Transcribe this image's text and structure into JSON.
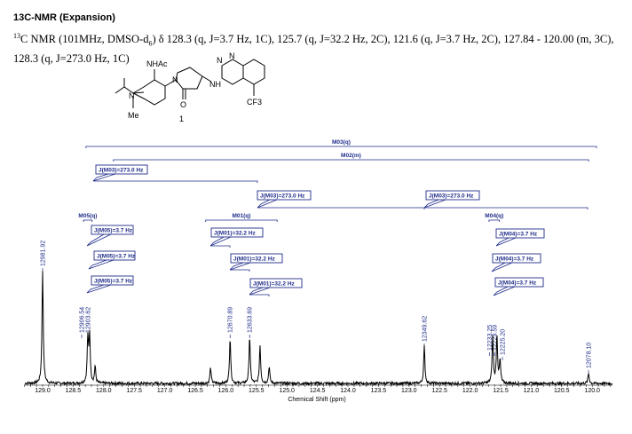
{
  "header": {
    "title": "13C-NMR (Expansion)",
    "nmr_prefix_sup": "13",
    "nmr_prefix": "C NMR (101MHz, DMSO-d",
    "nmr_solvent_sub": "6",
    "nmr_body": ") δ  128.3 (q, J=3.7 Hz, 1C), 125.7 (q, J=32.2 Hz, 2C), 121.6 (q, J=3.7 Hz, 2C), 127.84 - 120.00 (m, 3C), 128.3 (q, J=273.0 Hz, 1C)"
  },
  "structure": {
    "labels": [
      "NHAc",
      "N",
      "Me",
      "N",
      "O",
      "NH",
      "N",
      "N",
      "CF3"
    ],
    "compound_number": "1"
  },
  "colors": {
    "annotation": "#1f2d8a",
    "spectrum": "#000000"
  },
  "chart_data": {
    "type": "line",
    "title": "",
    "xlabel": "Chemical Shift (ppm)",
    "xlim": [
      129.3,
      119.7
    ],
    "x_reversed": true,
    "xticks": [
      "129.0",
      "128.5",
      "128.0",
      "127.5",
      "127.0",
      "126.5",
      "126.0",
      "125.5",
      "125.0",
      "124.5",
      "124.0",
      "123.5",
      "123.0",
      "122.5",
      "122.0",
      "121.5",
      "121.0",
      "120.5",
      "120.0"
    ],
    "peaks": [
      {
        "ppm": 129.0,
        "intensity": 1.0
      },
      {
        "ppm": 128.26,
        "intensity": 0.4
      },
      {
        "ppm": 128.23,
        "intensity": 0.42
      },
      {
        "ppm": 128.14,
        "intensity": 0.15
      },
      {
        "ppm": 126.25,
        "intensity": 0.14
      },
      {
        "ppm": 125.93,
        "intensity": 0.41
      },
      {
        "ppm": 125.61,
        "intensity": 0.42
      },
      {
        "ppm": 125.44,
        "intensity": 0.34
      },
      {
        "ppm": 125.29,
        "intensity": 0.15
      },
      {
        "ppm": 122.75,
        "intensity": 0.33
      },
      {
        "ppm": 121.63,
        "intensity": 0.42
      },
      {
        "ppm": 121.56,
        "intensity": 0.42
      },
      {
        "ppm": 121.51,
        "intensity": 0.2
      },
      {
        "ppm": 120.06,
        "intensity": 0.09
      }
    ],
    "peak_labels": [
      {
        "ppm": 129.0,
        "text": "12981.92"
      },
      {
        "ppm": 128.36,
        "text": "12906.54"
      },
      {
        "ppm": 128.26,
        "text": "12903.62"
      },
      {
        "ppm": 125.93,
        "text": "12670.89"
      },
      {
        "ppm": 125.61,
        "text": "12633.69"
      },
      {
        "ppm": 122.75,
        "text": "12349.62"
      },
      {
        "ppm": 121.68,
        "text": "12233.25"
      },
      {
        "ppm": 121.6,
        "text": "12229.59"
      },
      {
        "ppm": 121.47,
        "text": "12225.20"
      },
      {
        "ppm": 120.06,
        "text": "12078.10"
      }
    ],
    "multiplets": [
      {
        "label": "M03(q)",
        "from": 128.29,
        "to": 119.93
      },
      {
        "label": "M02(m)",
        "from": 127.84,
        "to": 120.06
      },
      {
        "label": "M05(q)",
        "from": 128.33,
        "to": 128.19
      },
      {
        "label": "M01(q)",
        "from": 126.33,
        "to": 125.16
      },
      {
        "label": "M04(q)",
        "from": 121.69,
        "to": 121.52
      }
    ],
    "couplings": [
      "J(M03)=273.0 Hz",
      "J(M03)=273.0 Hz",
      "J(M03)=273.0 Hz",
      "J(M05)=3.7 Hz",
      "J(M05)=3.7 Hz",
      "J(M05)=3.7 Hz",
      "J(M01)=32.2 Hz",
      "J(M01)=32.2 Hz",
      "J(M01)=32.2 Hz",
      "J(M04)=3.7 Hz",
      "J(M04)=3.7 Hz",
      "J(M04)=3.7 Hz"
    ]
  }
}
